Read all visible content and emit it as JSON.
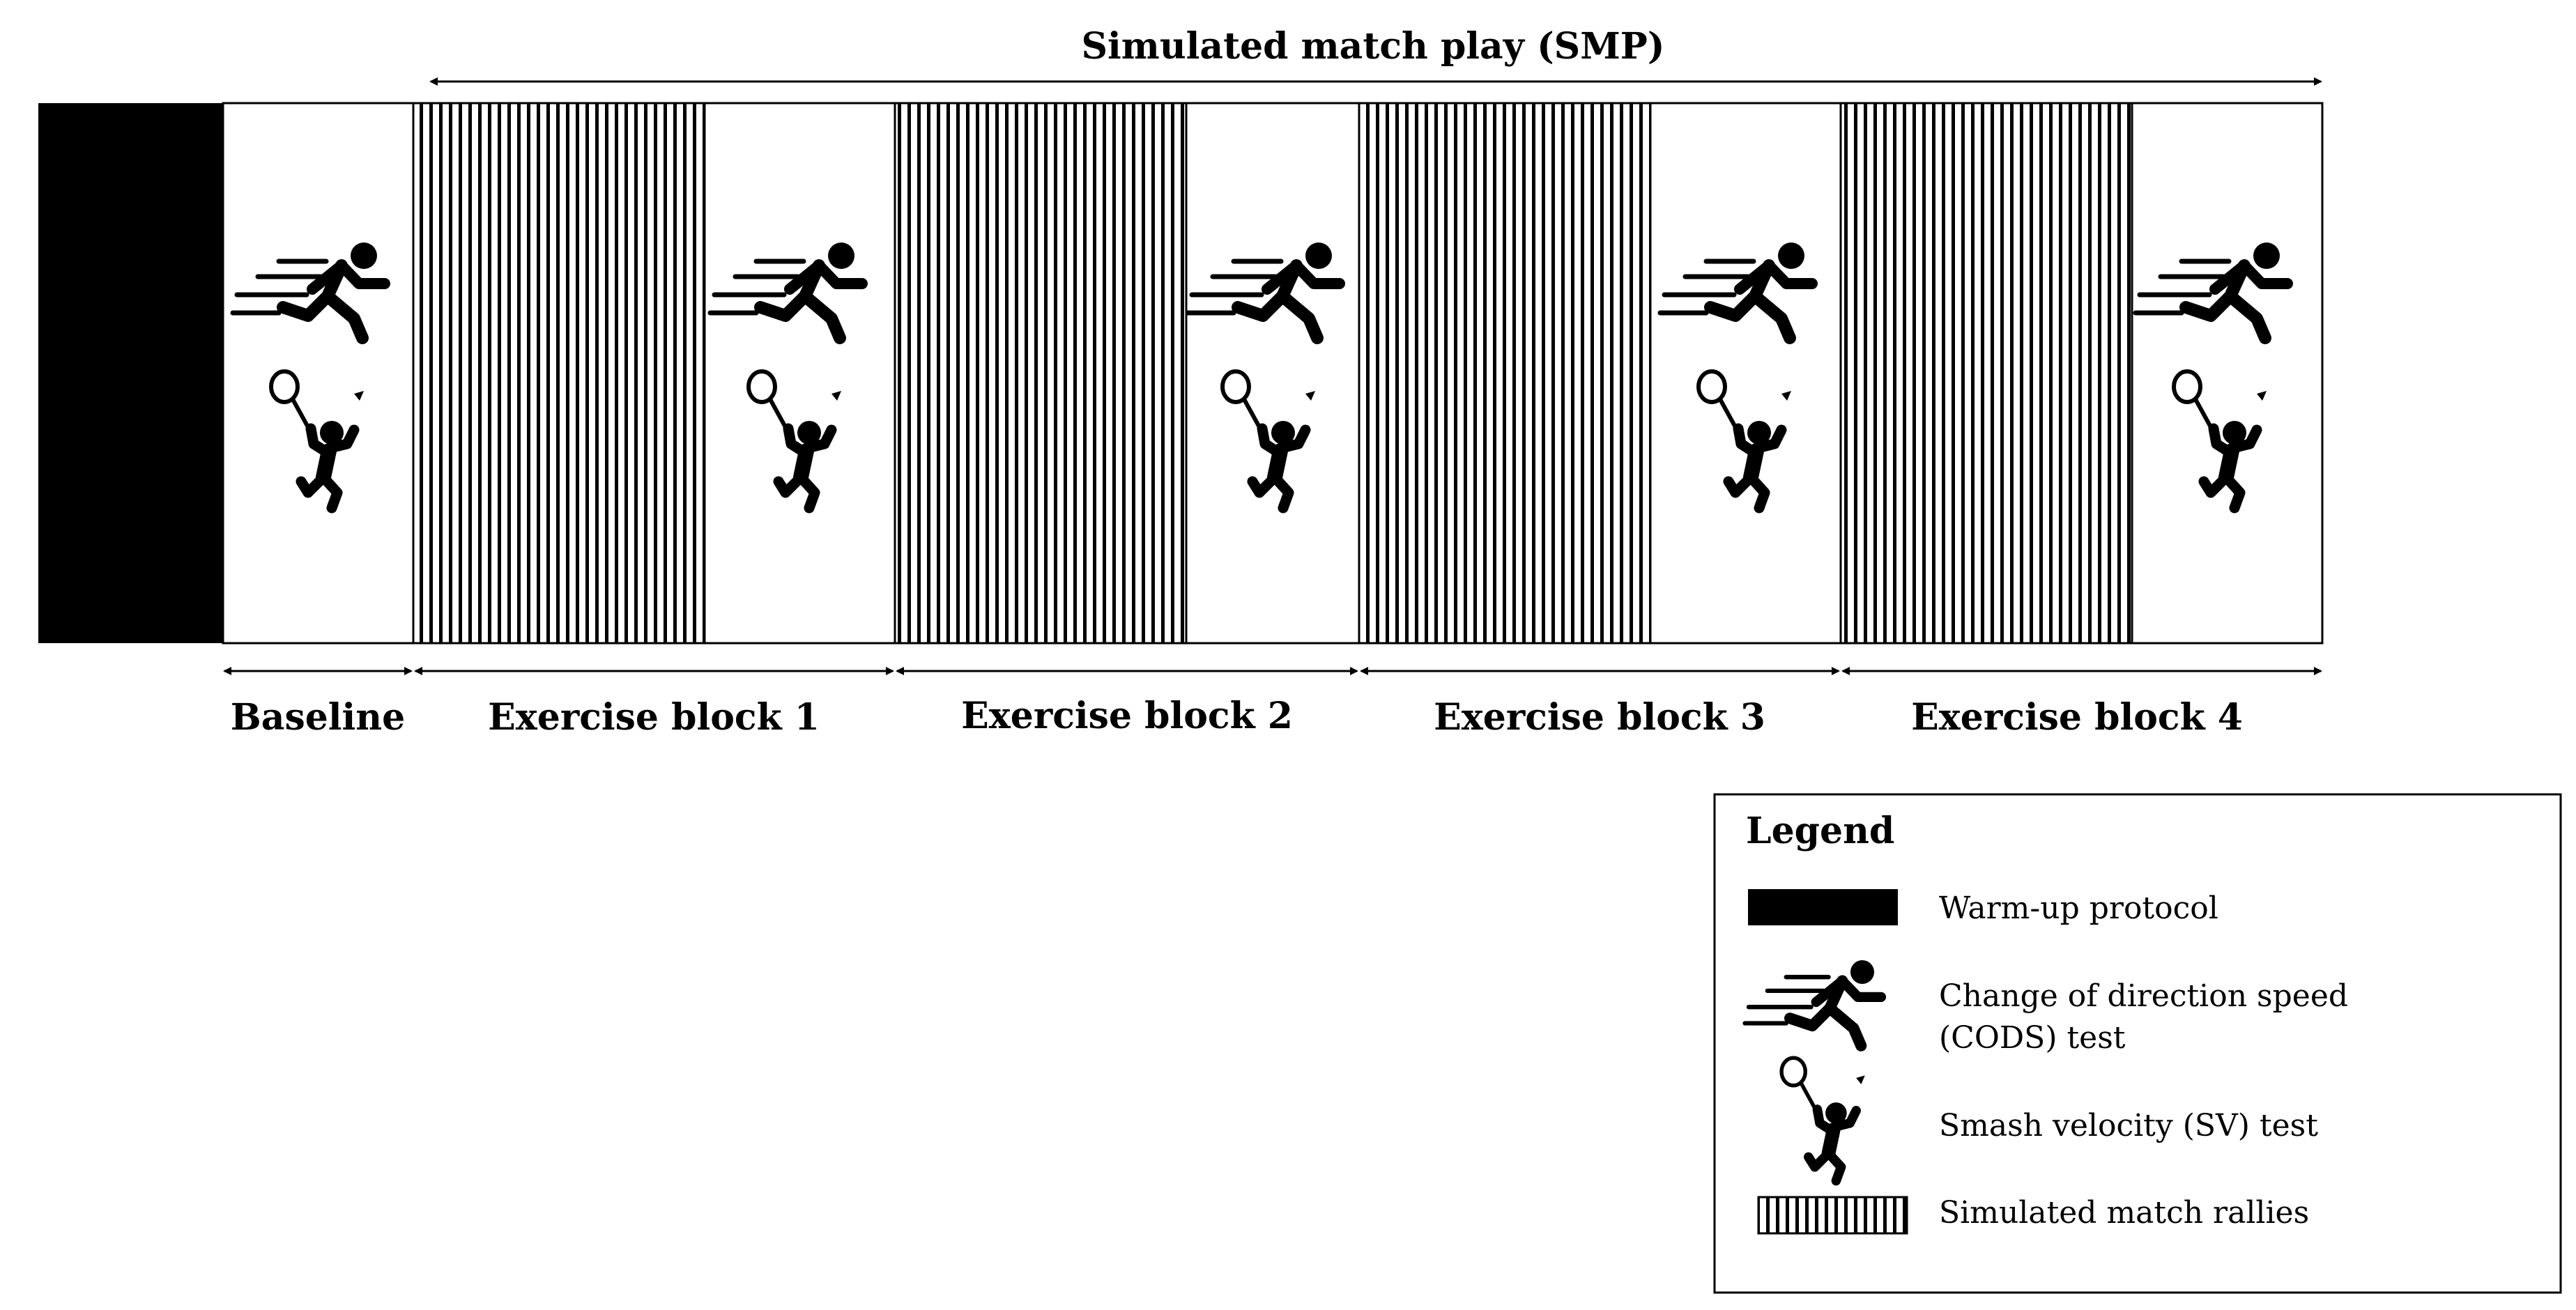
{
  "header": {
    "title": "Simulated match play (SMP)"
  },
  "segments": [
    {
      "label": "Baseline"
    },
    {
      "label": "Exercise block 1"
    },
    {
      "label": "Exercise block 2"
    },
    {
      "label": "Exercise block 3"
    },
    {
      "label": "Exercise block 4"
    }
  ],
  "legend": {
    "title": "Legend",
    "items": [
      {
        "icon": "warmup-swatch",
        "lines": [
          "Warm-up protocol"
        ]
      },
      {
        "icon": "running-person-icon",
        "lines": [
          "Change of direction speed",
          "(CODS) test"
        ]
      },
      {
        "icon": "badminton-smash-icon",
        "lines": [
          "Smash velocity (SV) test"
        ]
      },
      {
        "icon": "striped-swatch",
        "lines": [
          "Simulated match rallies"
        ]
      }
    ]
  },
  "colors": {
    "ink": "#000000",
    "background": "#ffffff"
  }
}
